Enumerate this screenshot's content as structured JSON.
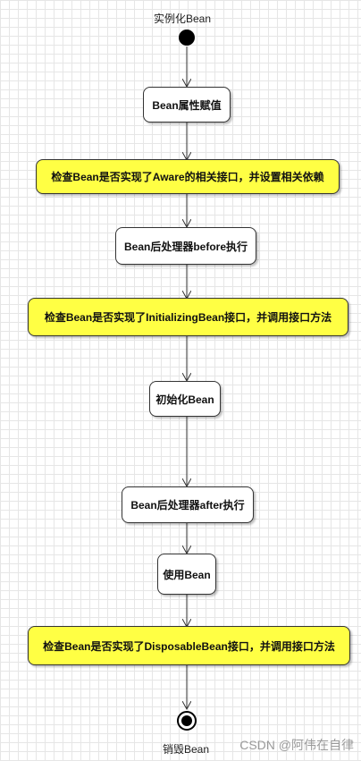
{
  "diagram": {
    "start_label": "实例化Bean",
    "end_label": "销毁Bean",
    "nodes": [
      {
        "label": "Bean属性赋值",
        "fill": "#ffffff"
      },
      {
        "label": "检查Bean是否实现了Aware的相关接口，并设置相关依赖",
        "fill": "#ffff44"
      },
      {
        "label": "Bean后处理器before执行",
        "fill": "#ffffff"
      },
      {
        "label": "检查Bean是否实现了InitializingBean接口，并调用接口方法",
        "fill": "#ffff44"
      },
      {
        "label": "初始化Bean",
        "fill": "#ffffff"
      },
      {
        "label": "Bean后处理器after执行",
        "fill": "#ffffff"
      },
      {
        "label": "使用Bean",
        "fill": "#ffffff"
      },
      {
        "label": "检查Bean是否实现了DisposableBean接口，并调用接口方法",
        "fill": "#ffff44"
      }
    ]
  },
  "watermark": "CSDN @阿伟在自律"
}
